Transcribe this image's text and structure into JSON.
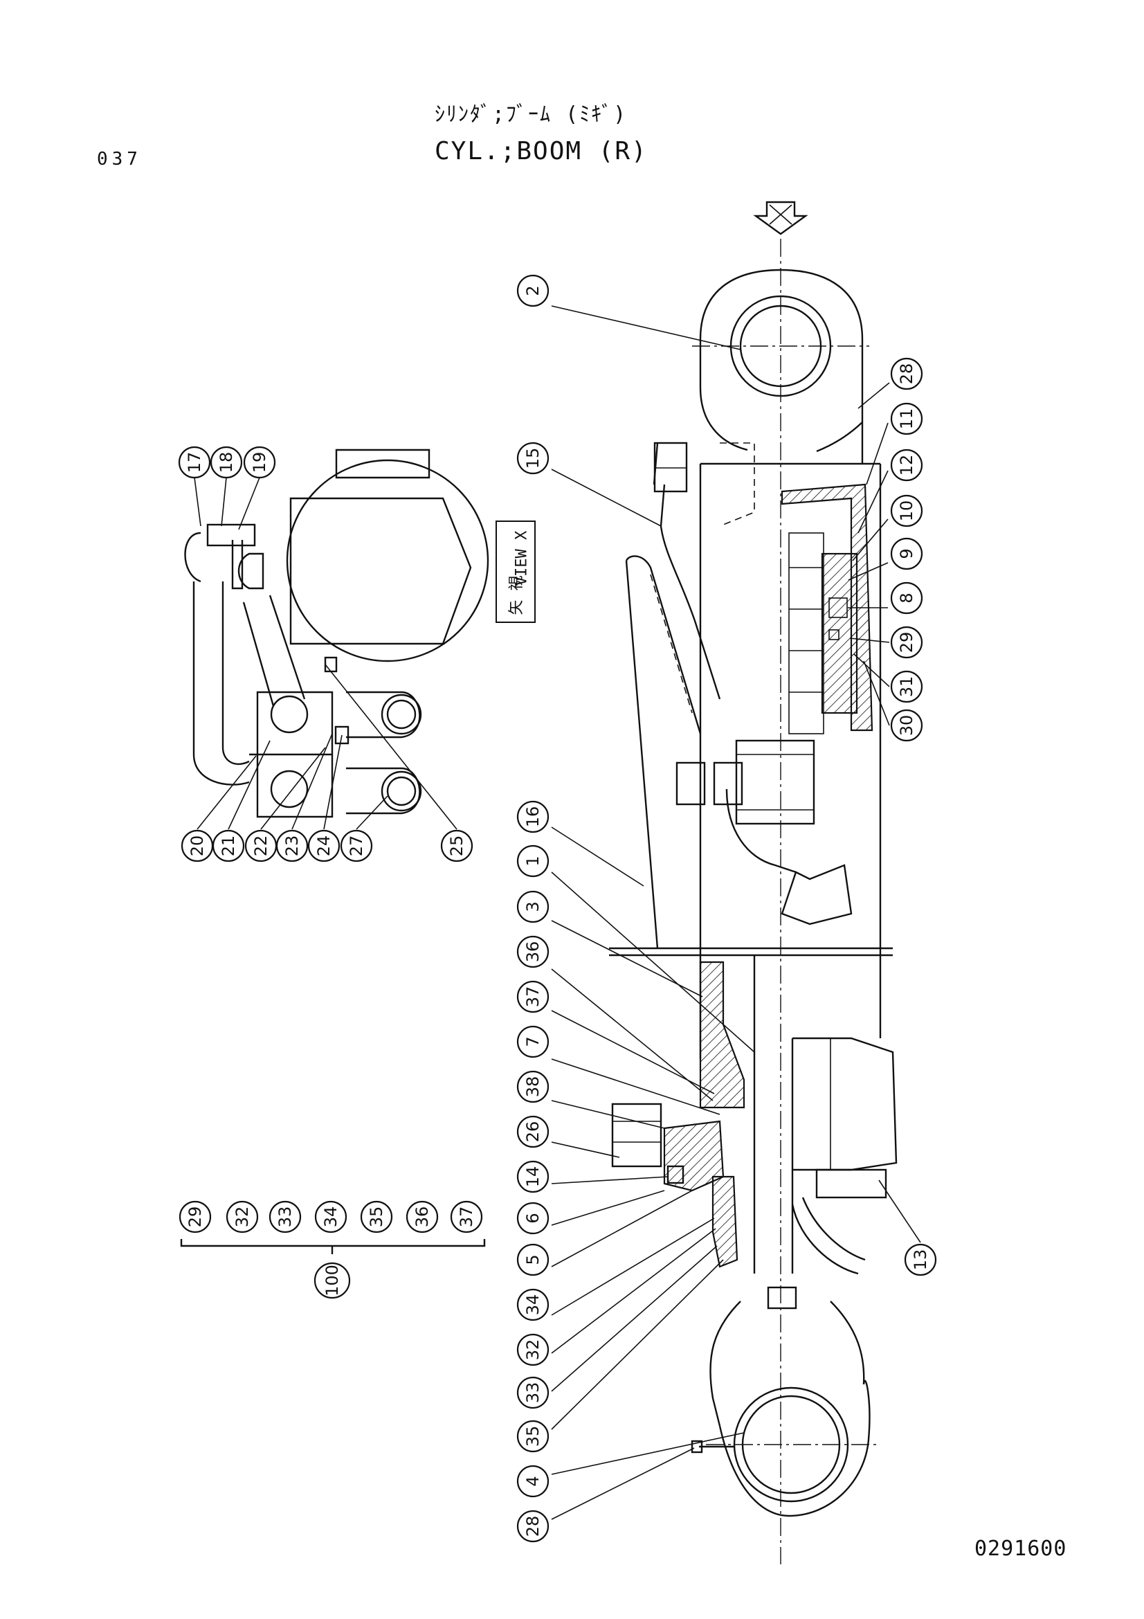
{
  "header": {
    "page_number": "037",
    "title_japanese": "ｼﾘﾝﾀﾞ;ﾌﾞｰﾑ (ﾐｷﾞ)",
    "title_english": "CYL.;BOOM (R)"
  },
  "view_label": {
    "japanese": "矢 視",
    "english": "VIEW X"
  },
  "drawing_number": "0291600",
  "callouts": [
    {
      "id": "c2",
      "label": "2"
    },
    {
      "id": "c28a",
      "label": "28"
    },
    {
      "id": "c11",
      "label": "11"
    },
    {
      "id": "c12",
      "label": "12"
    },
    {
      "id": "c10",
      "label": "10"
    },
    {
      "id": "c9",
      "label": "9"
    },
    {
      "id": "c8",
      "label": "8"
    },
    {
      "id": "c29a",
      "label": "29"
    },
    {
      "id": "c31",
      "label": "31"
    },
    {
      "id": "c30",
      "label": "30"
    },
    {
      "id": "c15",
      "label": "15"
    },
    {
      "id": "c16",
      "label": "16"
    },
    {
      "id": "c1",
      "label": "1"
    },
    {
      "id": "c3",
      "label": "3"
    },
    {
      "id": "c36a",
      "label": "36"
    },
    {
      "id": "c37a",
      "label": "37"
    },
    {
      "id": "c7",
      "label": "7"
    },
    {
      "id": "c38",
      "label": "38"
    },
    {
      "id": "c26",
      "label": "26"
    },
    {
      "id": "c14",
      "label": "14"
    },
    {
      "id": "c6",
      "label": "6"
    },
    {
      "id": "c5",
      "label": "5"
    },
    {
      "id": "c34a",
      "label": "34"
    },
    {
      "id": "c32a",
      "label": "32"
    },
    {
      "id": "c33a",
      "label": "33"
    },
    {
      "id": "c35a",
      "label": "35"
    },
    {
      "id": "c4",
      "label": "4"
    },
    {
      "id": "c28b",
      "label": "28"
    },
    {
      "id": "c13",
      "label": "13"
    },
    {
      "id": "c17",
      "label": "17"
    },
    {
      "id": "c18",
      "label": "18"
    },
    {
      "id": "c19",
      "label": "19"
    },
    {
      "id": "c20",
      "label": "20"
    },
    {
      "id": "c21",
      "label": "21"
    },
    {
      "id": "c22",
      "label": "22"
    },
    {
      "id": "c23",
      "label": "23"
    },
    {
      "id": "c24",
      "label": "24"
    },
    {
      "id": "c27",
      "label": "27"
    },
    {
      "id": "c25",
      "label": "25"
    },
    {
      "id": "k29",
      "label": "29"
    },
    {
      "id": "k32",
      "label": "32"
    },
    {
      "id": "k33",
      "label": "33"
    },
    {
      "id": "k34",
      "label": "34"
    },
    {
      "id": "k35",
      "label": "35"
    },
    {
      "id": "k36",
      "label": "36"
    },
    {
      "id": "k37",
      "label": "37"
    },
    {
      "id": "k100",
      "label": "100"
    }
  ]
}
